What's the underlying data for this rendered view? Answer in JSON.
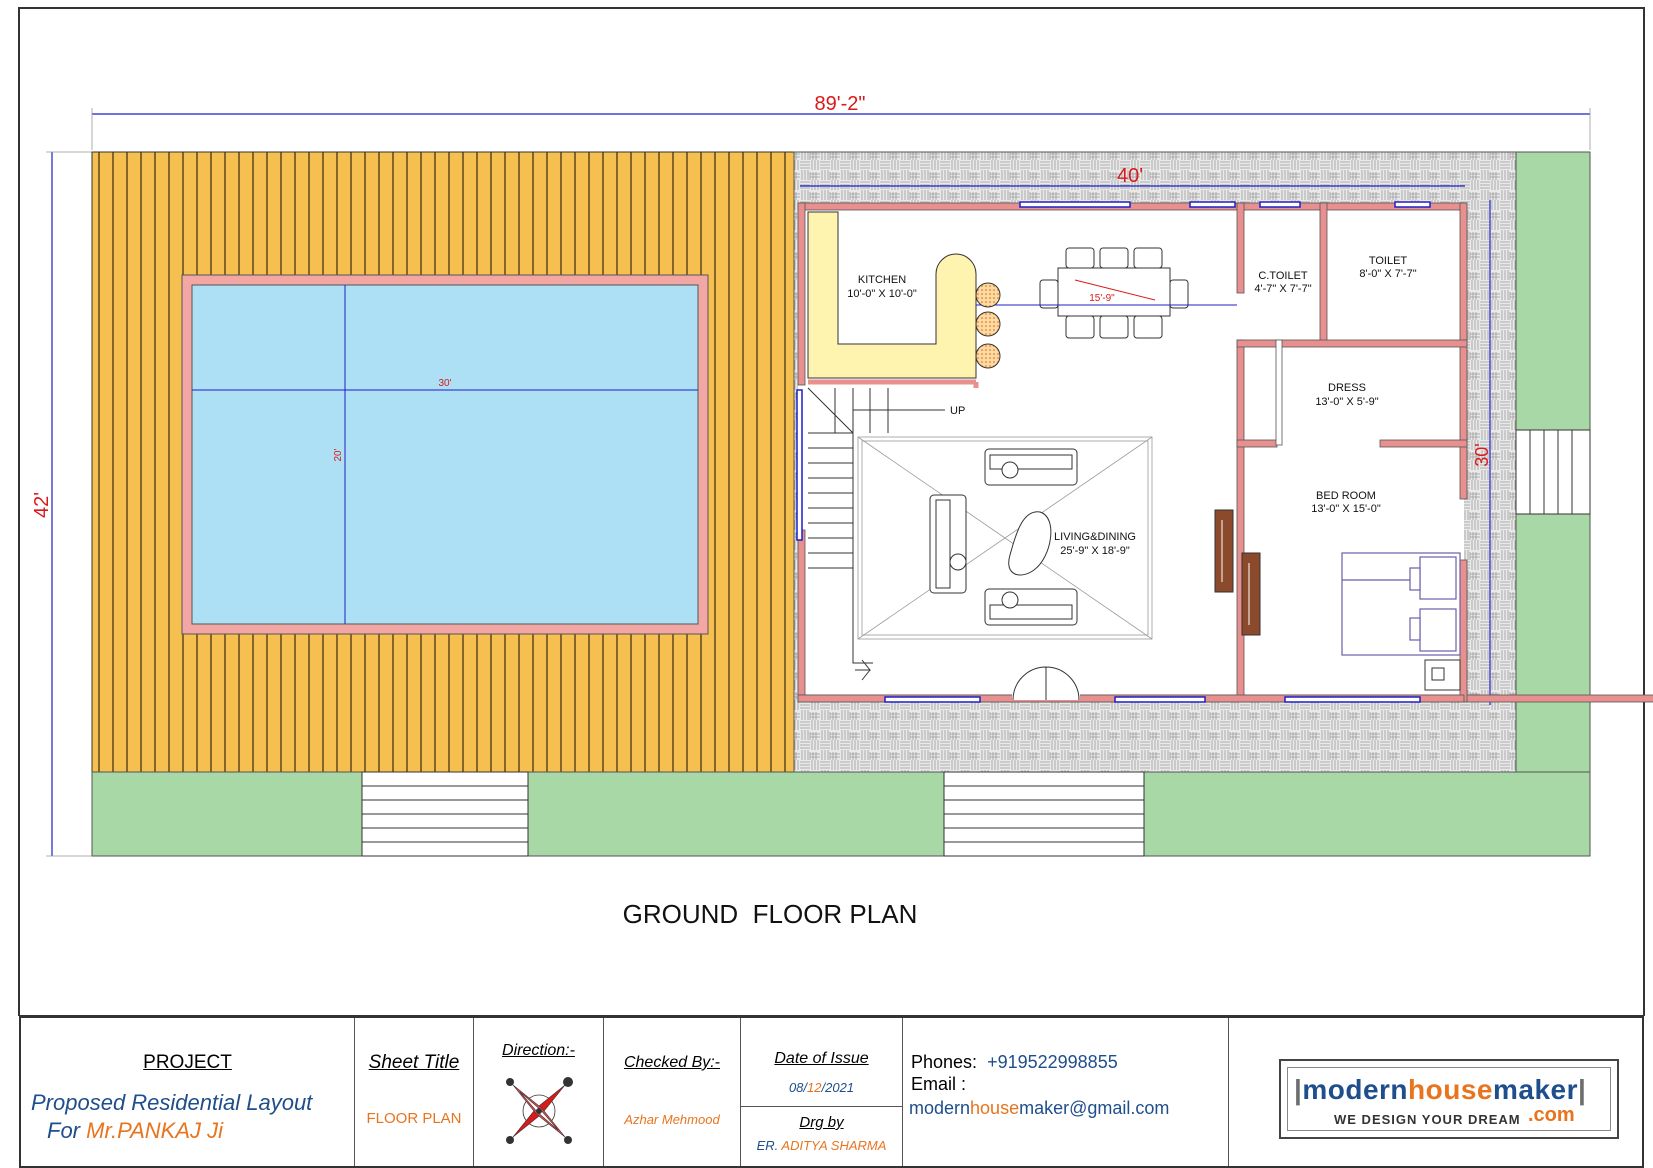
{
  "plan": {
    "overall_width": "89'-2\"",
    "overall_depth": "42'",
    "house_width": "40'",
    "house_depth": "30'",
    "pool_length": "30'",
    "pool_width": "20'",
    "dining_dim": "15'-9\"",
    "stair_label": "UP",
    "rooms": {
      "kitchen": {
        "name": "KITCHEN",
        "size": "10'-0\" X 10'-0\""
      },
      "ctoilet": {
        "name": "C.TOILET",
        "size": "4'-7\" X 7'-7\""
      },
      "toilet": {
        "name": "TOILET",
        "size": "8'-0\" X 7'-7\""
      },
      "dress": {
        "name": "DRESS",
        "size": "13'-0\" X 5'-9\""
      },
      "bedroom": {
        "name": "BED ROOM",
        "size": "13'-0\" X 15'-0\""
      },
      "living": {
        "name": "LIVING&DINING",
        "size": "25'-9\" X 18'-9\""
      }
    },
    "title": "GROUND  FLOOR PLAN",
    "colors": {
      "deck": "#F5C04F",
      "pool": "#ADDFF5",
      "pool_border": "#F3A7A4",
      "wall": "#E88F8F",
      "lawn": "#A8D8A5",
      "kitchen_counter": "#FFF3B0",
      "dimension": "#1F1FC8",
      "dim_text": "#D81A1A"
    }
  },
  "titleblock": {
    "project_label": "PROJECT",
    "project_line1": "Proposed Residential Layout",
    "project_for": "For",
    "project_client": "Mr.PANKAJ Ji",
    "sheet_title_label": "Sheet Title",
    "sheet_title_value": "FLOOR PLAN",
    "direction_label": "Direction:-",
    "checked_label": "Checked By:-",
    "checked_value": "Azhar Mehmood",
    "date_label": "Date of Issue",
    "date_day": "08/",
    "date_month": "12",
    "date_year": "/2021",
    "drg_label": "Drg by",
    "drg_prefix": "ER.",
    "drg_name": "ADITYA SHARMA",
    "phones_label": "Phones:",
    "phones_value": "+919522998855",
    "email_label": "Email :",
    "email_part1": "modern",
    "email_part2": "house",
    "email_part3": "maker",
    "email_part4": "@gmail.com",
    "logo_part1": "modern",
    "logo_part2": "house",
    "logo_part3": "maker",
    "logo_tagline": "WE DESIGN YOUR DREAM",
    "logo_com": ".com"
  }
}
